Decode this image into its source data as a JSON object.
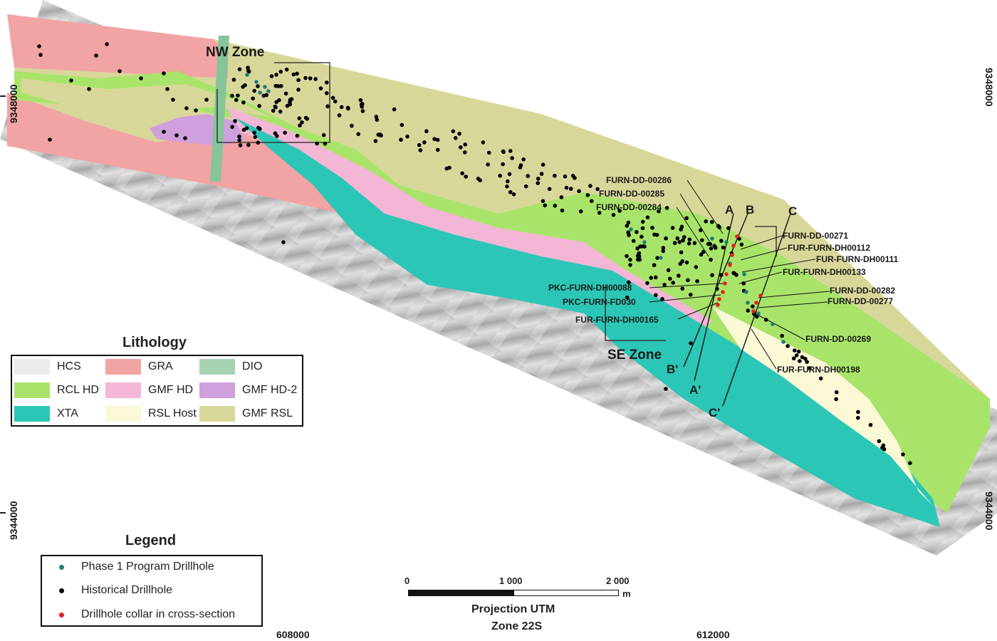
{
  "map": {
    "zones": [
      "NW Zone",
      "SE Zone"
    ],
    "sections": [
      "A",
      "B",
      "C",
      "A'",
      "B'",
      "C'"
    ],
    "coordinates": {
      "left_top": "9348000",
      "left_bottom": "9344000",
      "right_top": "9348000",
      "right_bottom": "9344000",
      "bottom_left": "608000",
      "bottom_right": "612000"
    },
    "drillhole_labels": [
      "FURN-DD-00286",
      "FURN-DD-00285",
      "FURN-DD-00284",
      "FURN-DD-00271",
      "FUR-FURN-DH00112",
      "FUR-FURN-DH00111",
      "FUR-FURN-DH00133",
      "PKC-FURN-DH00088",
      "PKC-FURN-FD030",
      "FUR-FURN-DH00165",
      "FURN-DD-00282",
      "FURN-DD-00277",
      "FURN-DD-00269",
      "FUR-FURN-DH00198"
    ]
  },
  "lithology": {
    "title": "Lithology",
    "items": [
      {
        "code": "HCS",
        "color": "#ececec"
      },
      {
        "code": "GRA",
        "color": "#f2a3a3"
      },
      {
        "code": "DIO",
        "color": "#a6d4b3"
      },
      {
        "code": "RCL HD",
        "color": "#a9e46a"
      },
      {
        "code": "GMF HD",
        "color": "#f3b6d6"
      },
      {
        "code": "GMF HD-2",
        "color": "#cfa0dc"
      },
      {
        "code": "XTA",
        "color": "#2cc6b6"
      },
      {
        "code": "RSL Host",
        "color": "#fbf8d6"
      },
      {
        "code": "GMF RSL",
        "color": "#d8d79a"
      }
    ]
  },
  "legend": {
    "title": "Legend",
    "items": [
      {
        "label": "Phase 1 Program Drillhole",
        "color": "#1d7f78"
      },
      {
        "label": "Historical Drillhole",
        "color": "#000000"
      },
      {
        "label": "Drillhole collar in cross-section",
        "color": "#e3231b"
      }
    ]
  },
  "scale": {
    "ticks": [
      "0",
      "1 000",
      "2 000"
    ],
    "unit": "m",
    "projection": "Projection UTM",
    "zone": "Zone 22S"
  }
}
